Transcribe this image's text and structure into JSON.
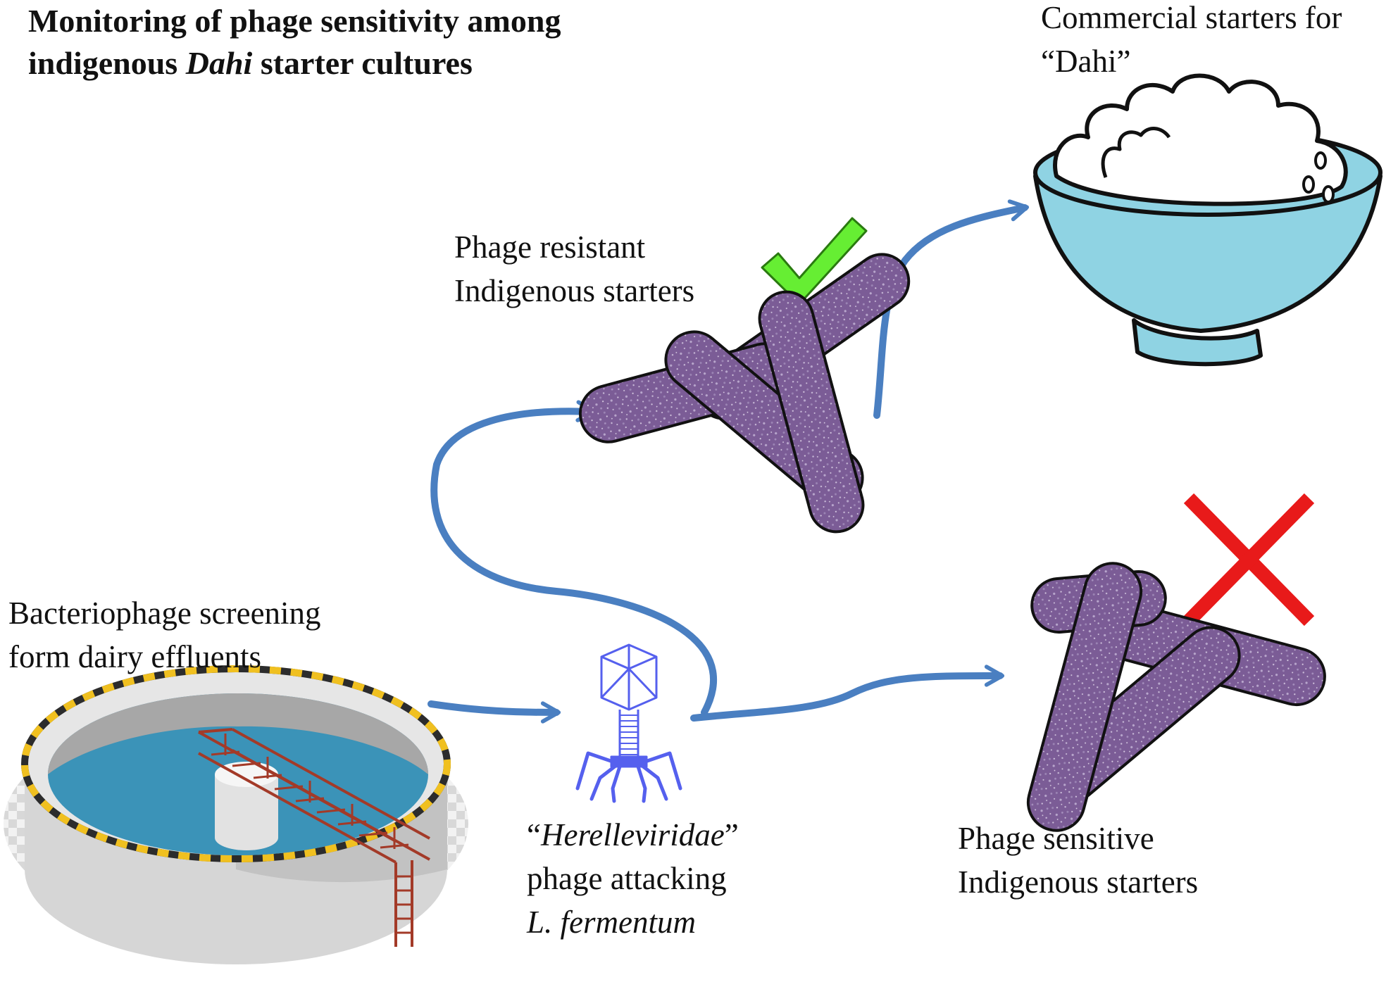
{
  "title": {
    "line1": "Monitoring of phage sensitivity among",
    "line2_pre": "indigenous ",
    "line2_italic": "Dahi",
    "line2_post": " starter cultures"
  },
  "labels": {
    "commercial_line1": "Commercial starters for",
    "commercial_line2": "“Dahi”",
    "resistant_line1": "Phage resistant",
    "resistant_line2": "Indigenous starters",
    "screening_line1": "Bacteriophage screening",
    "screening_line2": "form dairy effluents",
    "phage_open_quote": "“",
    "phage_italic": "Herelleviridae",
    "phage_close_quote": "”",
    "phage_line2": "phage attacking",
    "phage_line3": "L. fermentum",
    "sensitive_line1": "Phage sensitive",
    "sensitive_line2": "Indigenous starters"
  },
  "colors": {
    "arrow": "#4a7fc1",
    "bacteria_fill": "#7b5c96",
    "bowl": "#8fd3e3",
    "check": "#66ee33",
    "cross": "#e81a1a",
    "phage": "#5560ee",
    "water": "#3b93b8"
  },
  "icons": {
    "check": "check-mark-icon",
    "cross": "cross-mark-icon",
    "bowl": "dahi-bowl-icon",
    "phage": "bacteriophage-icon",
    "tank": "effluent-tank-icon",
    "bacteria": "rod-bacteria-icon"
  }
}
